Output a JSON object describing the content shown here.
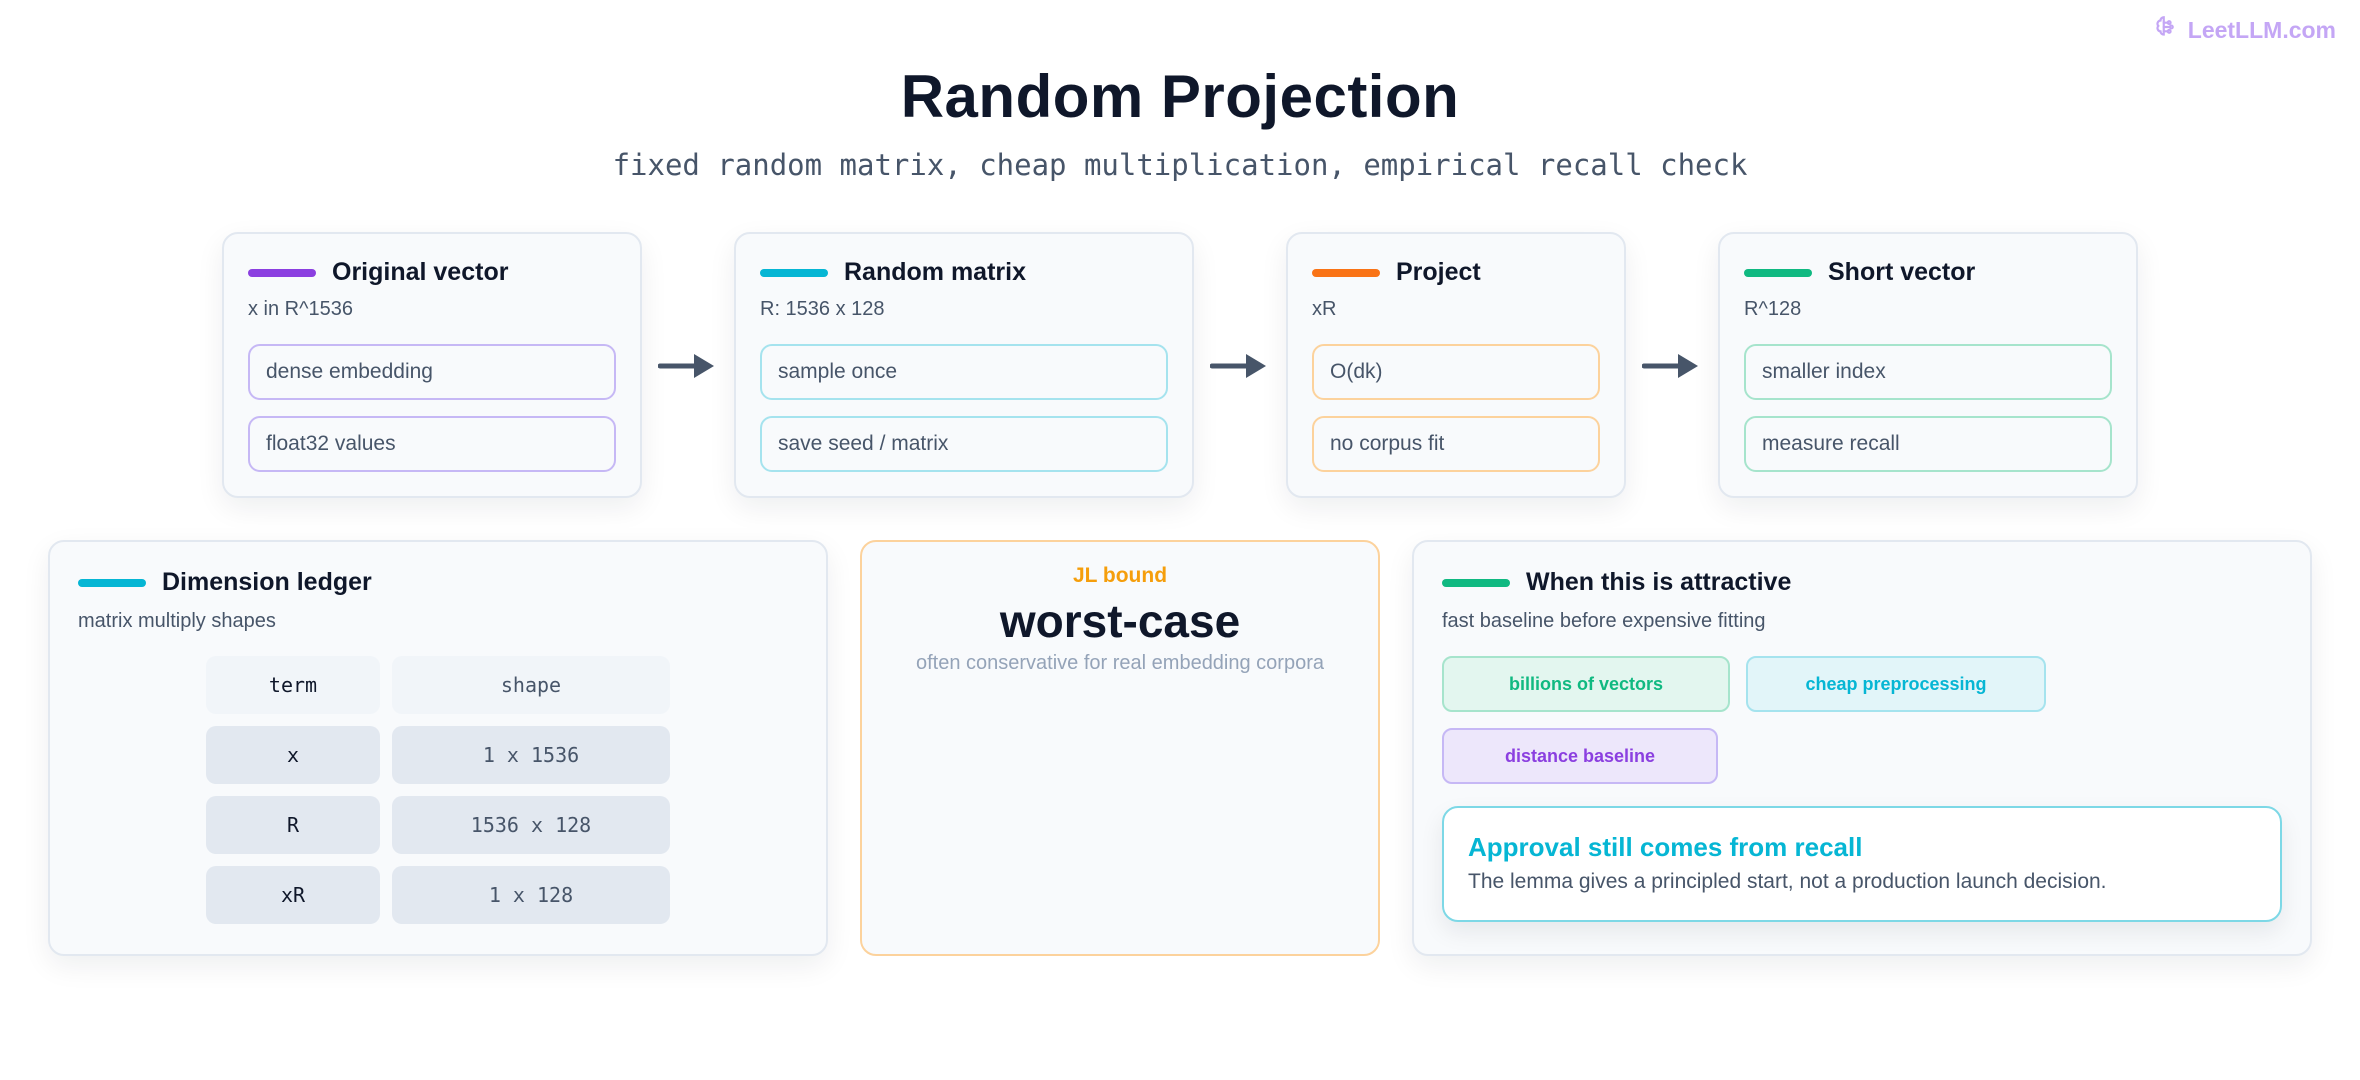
{
  "brand": {
    "name": "LeetLLM.com",
    "icon": "brain-icon",
    "color": "#c4a6f5"
  },
  "header": {
    "title": "Random Projection",
    "subtitle": "fixed random matrix, cheap multiplication, empirical recall check"
  },
  "pipeline": [
    {
      "title": "Original vector",
      "sub": "x in R^1536",
      "accent": "#8b3fe0",
      "border": "#c6b8f5",
      "items": [
        "dense embedding",
        "float32 values"
      ]
    },
    {
      "title": "Random matrix",
      "sub": "R: 1536 x 128",
      "accent": "#06b6d4",
      "border": "#a5e3ee",
      "items": [
        "sample once",
        "save seed / matrix"
      ]
    },
    {
      "title": "Project",
      "sub": "xR",
      "accent": "#f97316",
      "border": "#fcd29c",
      "items": [
        "O(dk)",
        "no corpus fit"
      ]
    },
    {
      "title": "Short vector",
      "sub": "R^128",
      "accent": "#10b981",
      "border": "#a6e4cc",
      "items": [
        "smaller index",
        "measure recall"
      ]
    }
  ],
  "ledger": {
    "title": "Dimension ledger",
    "sub": "matrix multiply shapes",
    "accent": "#06b6d4",
    "headers": [
      "term",
      "shape"
    ],
    "rows": [
      [
        "x",
        "1 x 1536"
      ],
      [
        "R",
        "1536 x 128"
      ],
      [
        "xR",
        "1 x 128"
      ]
    ]
  },
  "jl": {
    "kicker": "JL bound",
    "main": "worst-case",
    "note": "often conservative for real embedding corpora",
    "border": "#fcd29c"
  },
  "attractive": {
    "title": "When this is attractive",
    "sub": "fast baseline before expensive fitting",
    "accent": "#10b981",
    "tags": [
      {
        "label": "billions of vectors",
        "color": "#10b981",
        "bg": "#e3f6ef",
        "border": "#a6e4cc"
      },
      {
        "label": "cheap preprocessing",
        "color": "#06b6d4",
        "bg": "#e2f5f9",
        "border": "#a5e3ee"
      },
      {
        "label": "distance baseline",
        "color": "#8b3fe0",
        "bg": "#ede7fb",
        "border": "#c6b8f5"
      }
    ],
    "callout": {
      "title": "Approval still comes from recall",
      "text": "The lemma gives a principled start, not a production launch decision."
    }
  }
}
